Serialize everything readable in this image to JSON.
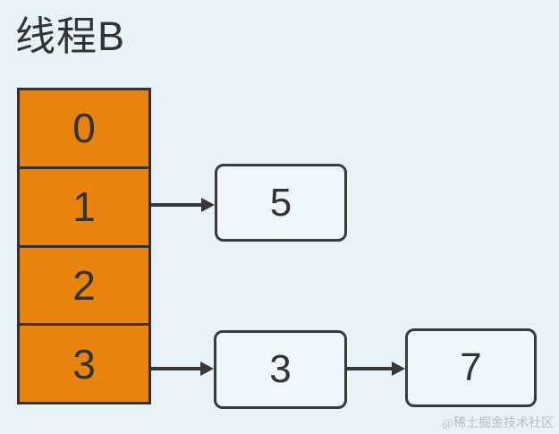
{
  "header": {
    "title": "线程B"
  },
  "bucket_array": {
    "cells": [
      {
        "label": "0"
      },
      {
        "label": "1"
      },
      {
        "label": "2"
      },
      {
        "label": "3"
      }
    ]
  },
  "nodes": {
    "bucket1_node1": {
      "value": "5"
    },
    "bucket3_node1": {
      "value": "3"
    },
    "bucket3_node2": {
      "value": "7"
    }
  },
  "links": [
    {
      "from": "bucket-cell-1",
      "to": "bucket1_node1"
    },
    {
      "from": "bucket-cell-3",
      "to": "bucket3_node1"
    },
    {
      "from": "bucket3_node1",
      "to": "bucket3_node2"
    }
  ],
  "watermark": {
    "text": "@稀土掘金技术社区"
  },
  "colors": {
    "background": "#e7f2f9",
    "bucket_fill": "#e8830e",
    "stroke": "#333333",
    "node_fill": "#eef7fb",
    "watermark_text": "#b3bfc6"
  }
}
